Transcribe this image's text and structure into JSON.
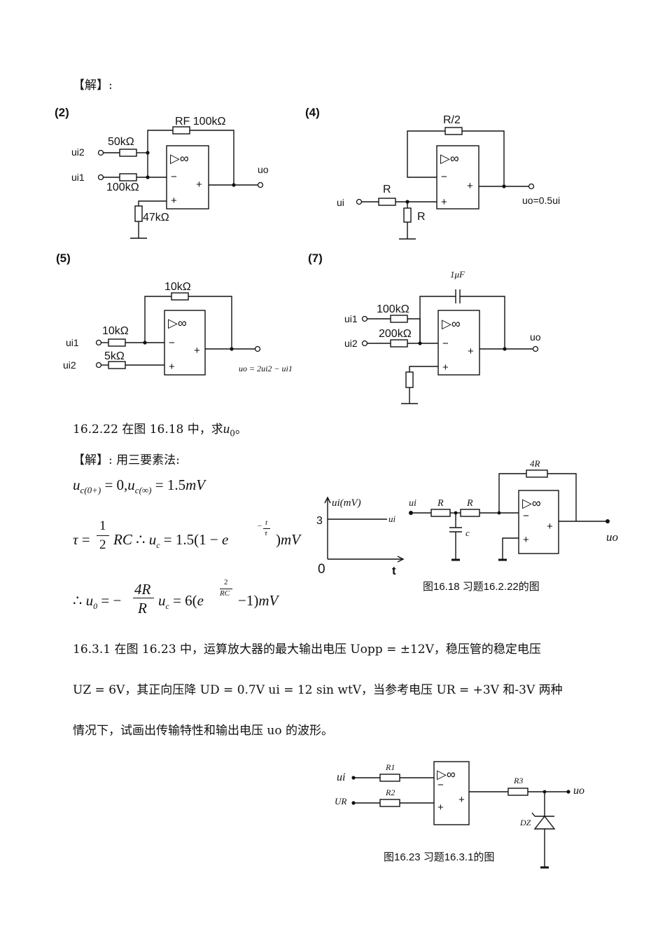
{
  "solution_label": "【解】:",
  "circuits": {
    "c2": {
      "label": "(2)",
      "rf": "RF 100kΩ",
      "r_ui2": "50kΩ",
      "r_ui1": "100kΩ",
      "r_ground": "47kΩ",
      "in_ui2": "ui2",
      "in_ui1": "ui1",
      "out": "uo",
      "minus": "−",
      "plus": "+",
      "out_plus": "+",
      "symbol": "▷∞"
    },
    "c4": {
      "label": "(4)",
      "rf": "R/2",
      "r_in": "R",
      "r_ground": "R",
      "in": "ui",
      "out": "uo=0.5ui",
      "minus": "−",
      "plus": "+",
      "out_plus": "+",
      "symbol": "▷∞"
    },
    "c5": {
      "label": "(5)",
      "rf": "10kΩ",
      "r_ui1": "10kΩ",
      "r_ui2": "5kΩ",
      "in_ui1": "ui1",
      "in_ui2": "ui2",
      "out_eq": "uo = 2ui2 − ui1",
      "minus": "−",
      "plus": "+",
      "out_plus": "+",
      "symbol": "▷∞"
    },
    "c7": {
      "label": "(7)",
      "cap": "1μF",
      "r_ui1": "100kΩ",
      "r_ui2": "200kΩ",
      "in_ui1": "ui1",
      "in_ui2": "ui2",
      "out": "uo",
      "minus": "−",
      "plus": "+",
      "out_plus": "+",
      "symbol": "▷∞"
    }
  },
  "p16_2_22": {
    "title": "16.2.22 在图 16.18 中，求",
    "title_var": "u",
    "title_sub": "0",
    "title_end": "。",
    "solution": "【解】: 用三要素法:",
    "eq1": "uc(0+) = 0, uc(∞) = 1.5mV",
    "eq2": "τ = ½RC ∴ uc = 1.5(1 − e^(−t/τ))mV",
    "eq3": "∴ u0 = −(4R/R)uc = 6(e^(2/RC) − 1)mV",
    "figure": {
      "y_axis": "ui(mV)",
      "level": "3",
      "level_label": "ui",
      "origin": "0",
      "x_axis": "t",
      "r1": "R",
      "r2": "R",
      "rf": "4R",
      "cap": "c",
      "in": "ui",
      "out": "uo",
      "minus": "−",
      "plus": "+",
      "out_plus": "+",
      "symbol": "▷∞",
      "caption": "图16.18 习题16.2.22的图"
    }
  },
  "p16_3_1": {
    "line1": "16.3.1  在图 16.23 中，运算放大器的最大输出电压 Uopp = ±12V，稳压管的稳定电压",
    "line2": "UZ = 6V，其正向压降 UD = 0.7V  ui = 12 sin wtV，当参考电压 UR = +3V 和-3V 两种",
    "line3": "情况下，试画出传输特性和输出电压 uo 的波形。",
    "figure": {
      "in1": "ui",
      "in2": "UR",
      "r1": "R1",
      "r2": "R2",
      "r3": "R3",
      "dz": "DZ",
      "out": "uo",
      "minus": "−",
      "plus": "+",
      "out_plus": "+",
      "symbol": "▷∞",
      "caption": "图16.23  习题16.3.1的图"
    }
  }
}
